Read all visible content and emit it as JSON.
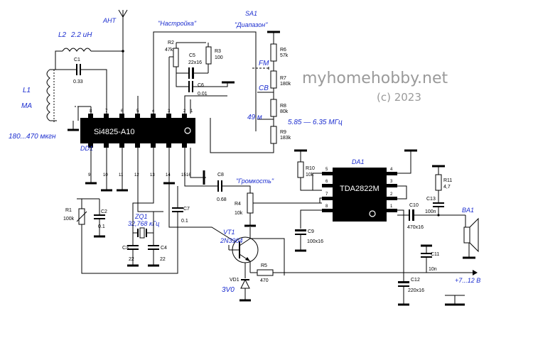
{
  "watermark": {
    "site": "myhomehobby.net",
    "copyright": "(c) 2023"
  },
  "antenna": {
    "label": "АНТ"
  },
  "tuning_label": "\"Настройка\"",
  "band_switch": {
    "ref": "SA1",
    "label": "\"Диапазон\"",
    "positions": [
      "FM",
      "СВ",
      "49 м"
    ],
    "range_note": "5.85 — 6.35 МГц"
  },
  "volume_label": "\"Громкость\"",
  "coils": {
    "L2": {
      "ref": "L2",
      "value": "2.2 uH"
    },
    "L1": {
      "ref": "L1",
      "band": "MA",
      "range": "180...470 мкгн"
    }
  },
  "ic1": {
    "part": "Si4825-A10",
    "ref": "DD1",
    "top_pins": [
      "8",
      "7",
      "6",
      "5",
      "4",
      "3",
      "2",
      "1"
    ],
    "bottom_pins": [
      "9",
      "10",
      "11",
      "12",
      "13",
      "14",
      "15",
      "16"
    ]
  },
  "ic2": {
    "part": "TDA2822M",
    "ref": "DA1",
    "left_pins": [
      "5",
      "6",
      "7",
      "8"
    ],
    "right_pins": [
      "4",
      "3",
      "2",
      "1"
    ]
  },
  "resistors": {
    "R1": {
      "ref": "R1",
      "value": "100k"
    },
    "R2": {
      "ref": "R2",
      "value": "47k"
    },
    "R3": {
      "ref": "R3",
      "value": "100"
    },
    "R4": {
      "ref": "R4",
      "value": "10k"
    },
    "R5": {
      "ref": "R5",
      "value": "470"
    },
    "R6": {
      "ref": "R6",
      "value": "57k"
    },
    "R7": {
      "ref": "R7",
      "value": "180k"
    },
    "R8": {
      "ref": "R8",
      "value": "80k"
    },
    "R9": {
      "ref": "R9",
      "value": "183k"
    },
    "R10": {
      "ref": "R10",
      "value": "10k"
    },
    "R11": {
      "ref": "R11",
      "value": "4,7"
    }
  },
  "capacitors": {
    "C1": {
      "ref": "C1",
      "value": "0.33"
    },
    "C2": {
      "ref": "C2",
      "value": "0.1"
    },
    "C3": {
      "ref": "C3",
      "value": "22"
    },
    "C4": {
      "ref": "C4",
      "value": "22"
    },
    "C5": {
      "ref": "C5",
      "value": "22x16"
    },
    "C6": {
      "ref": "C6",
      "value": "0.01"
    },
    "C7": {
      "ref": "C7",
      "value": "0.1"
    },
    "C8": {
      "ref": "C8",
      "value": "0.68"
    },
    "C9": {
      "ref": "C9",
      "value": "100x16"
    },
    "C10": {
      "ref": "C10",
      "value": "470x16"
    },
    "C11": {
      "ref": "C11",
      "value": "10n"
    },
    "C12": {
      "ref": "C12",
      "value": "220x16"
    },
    "C13": {
      "ref": "C13",
      "value": "100n"
    }
  },
  "crystal": {
    "ref": "ZQ1",
    "value": "32,768 кГц"
  },
  "transistor": {
    "ref": "VT1",
    "part": "2N3904"
  },
  "diode": {
    "ref": "VD1",
    "value": "3V0"
  },
  "speaker": {
    "ref": "BA1"
  },
  "power": {
    "label": "+7...12 В"
  }
}
